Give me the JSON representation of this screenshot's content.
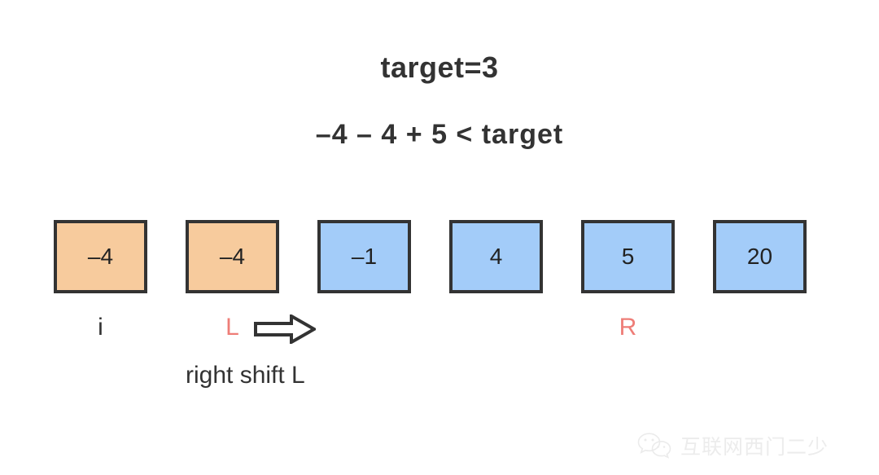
{
  "header": {
    "target_line": "target=3",
    "inequality_line": "–4 – 4 + 5 < target"
  },
  "array": {
    "cells": [
      {
        "value": "–4",
        "color": "orange"
      },
      {
        "value": "–4",
        "color": "orange"
      },
      {
        "value": "–1",
        "color": "blue"
      },
      {
        "value": "4",
        "color": "blue"
      },
      {
        "value": "5",
        "color": "blue"
      },
      {
        "value": "20",
        "color": "blue"
      }
    ]
  },
  "pointers": {
    "i_label": "i",
    "l_label": "L",
    "r_label": "R",
    "arrow_icon": "right-arrow-icon",
    "shift_caption": "right shift L"
  },
  "colors": {
    "orange_cell": "#F7CB9D",
    "blue_cell": "#A3CCF9",
    "cell_border": "#333333",
    "pointer_red": "#EE7D77",
    "text_dark": "#333333",
    "background": "#FFFFFF"
  },
  "watermark": {
    "icon": "wechat-icon",
    "text": "互联网西门二少"
  }
}
